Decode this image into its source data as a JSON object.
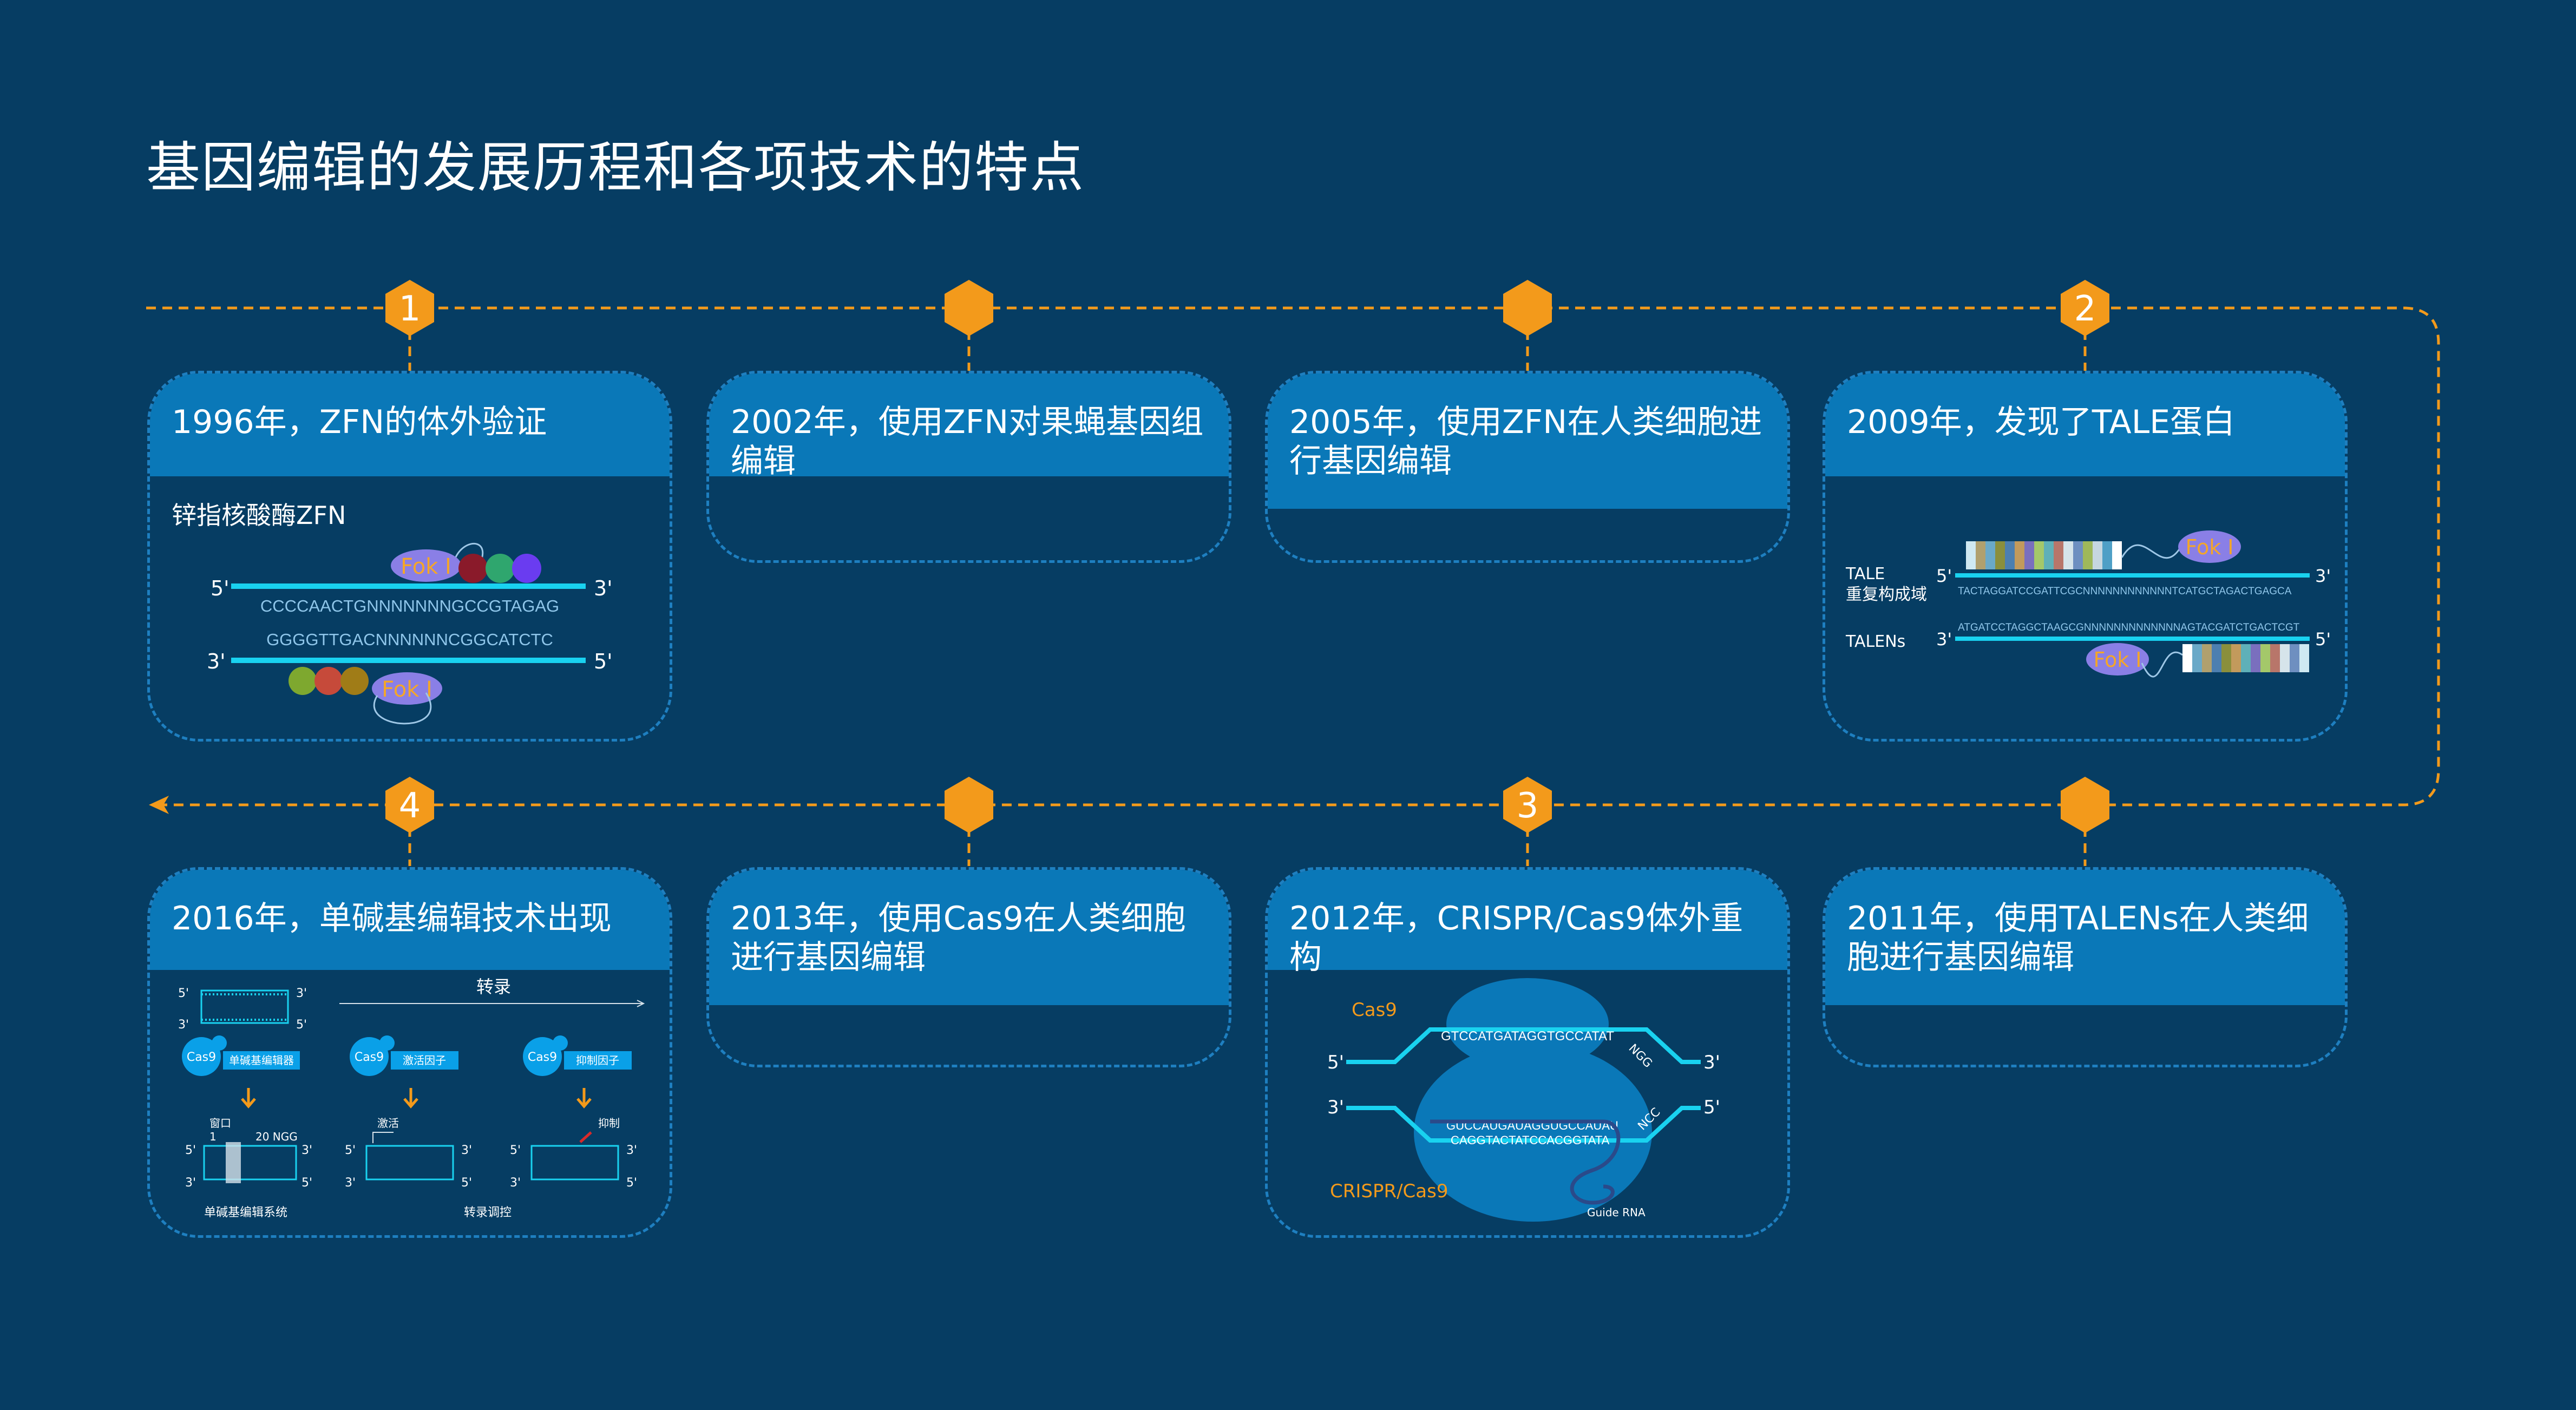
{
  "title": "基因编辑的发展历程和各项技术的特点",
  "markers": {
    "m1": "1",
    "m2": "2",
    "m3": "3",
    "m4": "4"
  },
  "cards": {
    "c1996": {
      "title": "1996年，ZFN的体外验证",
      "subtitle": "锌指核酸酶ZFN",
      "fok": "Fok I",
      "seq_top": "CCCCAACTGNNNNNNNGCCGTAGAG",
      "seq_bottom": "GGGGTTGACNNNNNNCGGCATCTC",
      "p5": "5'",
      "p3": "3'"
    },
    "c2002": {
      "title": "2002年，使用ZFN对果蝇基因组编辑"
    },
    "c2005": {
      "title": "2005年，使用ZFN在人类细胞进行基因编辑"
    },
    "c2009": {
      "title": "2009年，发现了TALE蛋白",
      "tale_label1": "TALE",
      "tale_label2": "重复构成域",
      "talens_label": "TALENs",
      "fok": "Fok I",
      "seq_top": "TACTAGGATCCGATTCGCNNNNNNNNNNNNTCATGCTAGACTGAGCA",
      "seq_bottom": "ATGATCCTAGGCTAAGCGNNNNNNNNNNNNNAGTACGATCTGACTCGT",
      "p5": "5'",
      "p3": "3'"
    },
    "c2016": {
      "title": "2016年，单碱基编辑技术出现",
      "transcription": "转录",
      "cas9": "Cas9",
      "editor": "单碱基编辑器",
      "activator": "激活因子",
      "repressor": "抑制因子",
      "window": "窗口",
      "pos1": "1",
      "pos20": "20 NGG",
      "activate": "激活",
      "repress": "抑制",
      "system_label": "单碱基编辑系统",
      "regulation_label": "转录调控",
      "p5": "5'",
      "p3": "3'"
    },
    "c2013": {
      "title": "2013年，使用Cas9在人类细胞进行基因编辑"
    },
    "c2012": {
      "title": "2012年，CRISPR/Cas9体外重构",
      "cas9": "Cas9",
      "crispr": "CRISPR/Cas9",
      "seq_top": "GTCCATGATAGGTGCCATAT",
      "seq_bottom1": "GUCCAUGAUAGGUGCCAUAU",
      "seq_bottom2": "CAGGTACTATCCACGGTATA",
      "ngg": "NGG",
      "ncc": "NCC",
      "guide": "Guide RNA",
      "p5": "5'",
      "p3": "3'"
    },
    "c2011": {
      "title": "2011年，使用TALENs在人类细胞进行基因编辑"
    }
  },
  "colors": {
    "background": "#063d63",
    "card_head": "#0a78b8",
    "timeline": "#f39a1b",
    "dna": "#19d2f0",
    "dashed_border": "#1e7fc0"
  }
}
